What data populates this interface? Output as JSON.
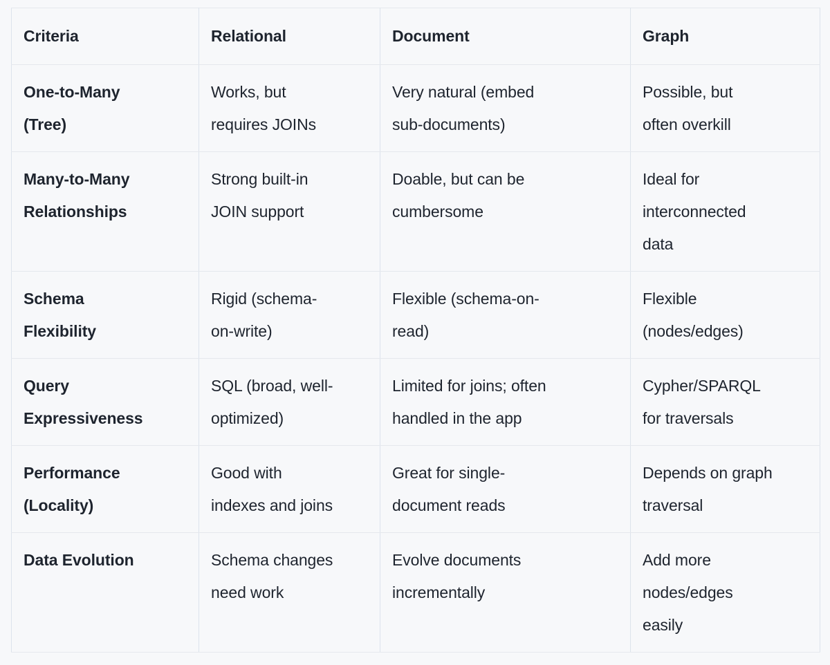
{
  "colors": {
    "background": "#f7f8fa",
    "border_vertical": "#dce3ec",
    "border_horizontal": "#e5e8ed",
    "text": "#1e242e"
  },
  "table": {
    "columns": [
      "Criteria",
      "Relational",
      "Document",
      "Graph"
    ],
    "rows": [
      {
        "cells": [
          "One-to-Many\n(Tree)",
          "Works, but\nrequires JOINs",
          "Very natural (embed\nsub-documents)",
          "Possible, but\noften overkill"
        ]
      },
      {
        "cells": [
          "Many-to-Many\nRelationships",
          "Strong built-in\nJOIN support",
          "Doable, but can be\ncumbersome",
          "Ideal for\ninterconnected\ndata"
        ]
      },
      {
        "cells": [
          "Schema\nFlexibility",
          "Rigid (schema-\non-write)",
          "Flexible (schema-on-\nread)",
          "Flexible\n(nodes/edges)"
        ]
      },
      {
        "cells": [
          "Query\nExpressiveness",
          "SQL (broad, well-\noptimized)",
          "Limited for joins; often\nhandled in the app",
          "Cypher/SPARQL\nfor traversals"
        ]
      },
      {
        "cells": [
          "Performance\n(Locality)",
          "Good with\nindexes and joins",
          "Great for single-\ndocument reads",
          "Depends on graph\ntraversal"
        ]
      },
      {
        "cells": [
          "Data Evolution",
          "Schema changes\nneed work",
          "Evolve documents\nincrementally",
          "Add more\nnodes/edges\neasily"
        ]
      }
    ]
  }
}
